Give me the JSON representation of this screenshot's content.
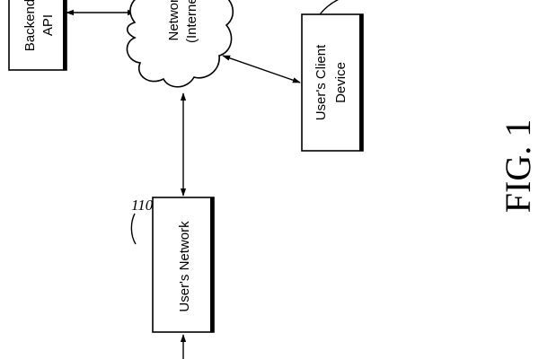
{
  "diagram": {
    "backend": {
      "line1": "Backend",
      "line2": "API"
    },
    "network": {
      "line1": "Network",
      "line2": "(Internet/"
    },
    "client_device": {
      "line1": "User's Client",
      "line2": "Device"
    },
    "user_network": {
      "label": "User's Network",
      "ref": "110"
    },
    "figure_label": "FIG. 1"
  },
  "colors": {
    "stroke": "#000000",
    "background": "#ffffff"
  }
}
